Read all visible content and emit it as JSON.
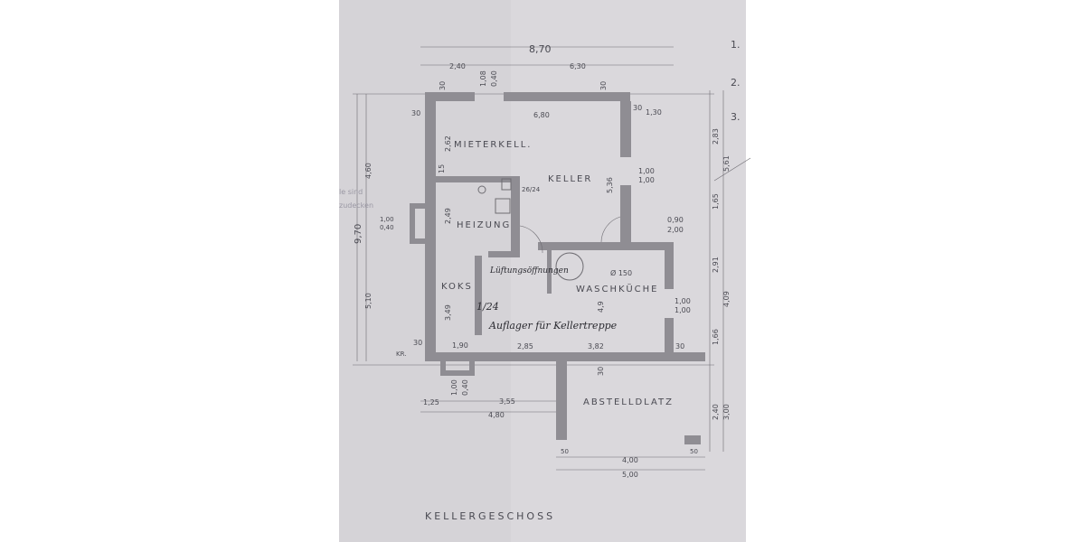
{
  "drawing_title": "KELLERGESCHOSS",
  "rooms": {
    "mieterkeller": "MIETERKELL.",
    "keller": "KELLER",
    "heizung": "HEIZUNG",
    "koks": "KOKS",
    "waschkueche": "WASCHKÜCHE",
    "abstellplatz": "ABSTELLDLATZ"
  },
  "handwritten": {
    "note1": "Lüftungsöffnungen",
    "note2": "Auflager für Kellertreppe",
    "stair_mark": "1/24"
  },
  "dimensions": {
    "overall_width": "8,70",
    "top_left": "2,40",
    "top_right": "6,30",
    "top_door_a": "1,08",
    "top_door_b": "0,40",
    "wall_top_left": "30",
    "wall_top_right": "30",
    "wall_left": "30",
    "keller_width": "6,80",
    "right_offset_wall": "30",
    "right_offset": "1,30",
    "mieter_height": "2,62",
    "partition": "15",
    "keller_height": "5,36",
    "window_right_a": "1,00",
    "window_right_b": "1,00",
    "chimney": "26/24",
    "heizung_height": "2,49",
    "left_window_a": "1,00",
    "left_window_b": "0,40",
    "door_right_a": "0,90",
    "door_right_b": "2,00",
    "overall_height": "9,70",
    "left_upper": "4,60",
    "left_lower": "5,10",
    "right_top": "2,83",
    "right_mid": "1,65",
    "right_diag": "5,61",
    "right_lower": "2,91",
    "right_lower_total": "4,09",
    "koks_height": "3,49",
    "wasch_height": "4,9",
    "wasch_window_a": "1,00",
    "wasch_window_b": "1,00",
    "right_bottom": "1,66",
    "pipe": "Ø 150",
    "stair_width": "2,85",
    "koks_bottom": "1,90",
    "wasch_width": "3,82",
    "wall_br": "30",
    "wall_bottom": "30",
    "kr": "KR.",
    "wall_bl": "30",
    "bottom_left": "1,25",
    "bottom_bump_a": "1,00",
    "bottom_bump_b": "0,40",
    "bottom_mid": "3,55",
    "bottom_total": "4,80",
    "abst_height_a": "2,40",
    "abst_height_b": "3,00",
    "post_left": "50",
    "post_right": "50",
    "abst_inner": "4,00",
    "abst_total": "5,00"
  },
  "margin_marks": [
    "1.",
    "2.",
    "3."
  ],
  "margin_text": [
    "le sind",
    "zudecken"
  ],
  "colors": {
    "paper": "#d5d3d7",
    "wall": "#8f8d93",
    "ink": "#4a4a52"
  }
}
